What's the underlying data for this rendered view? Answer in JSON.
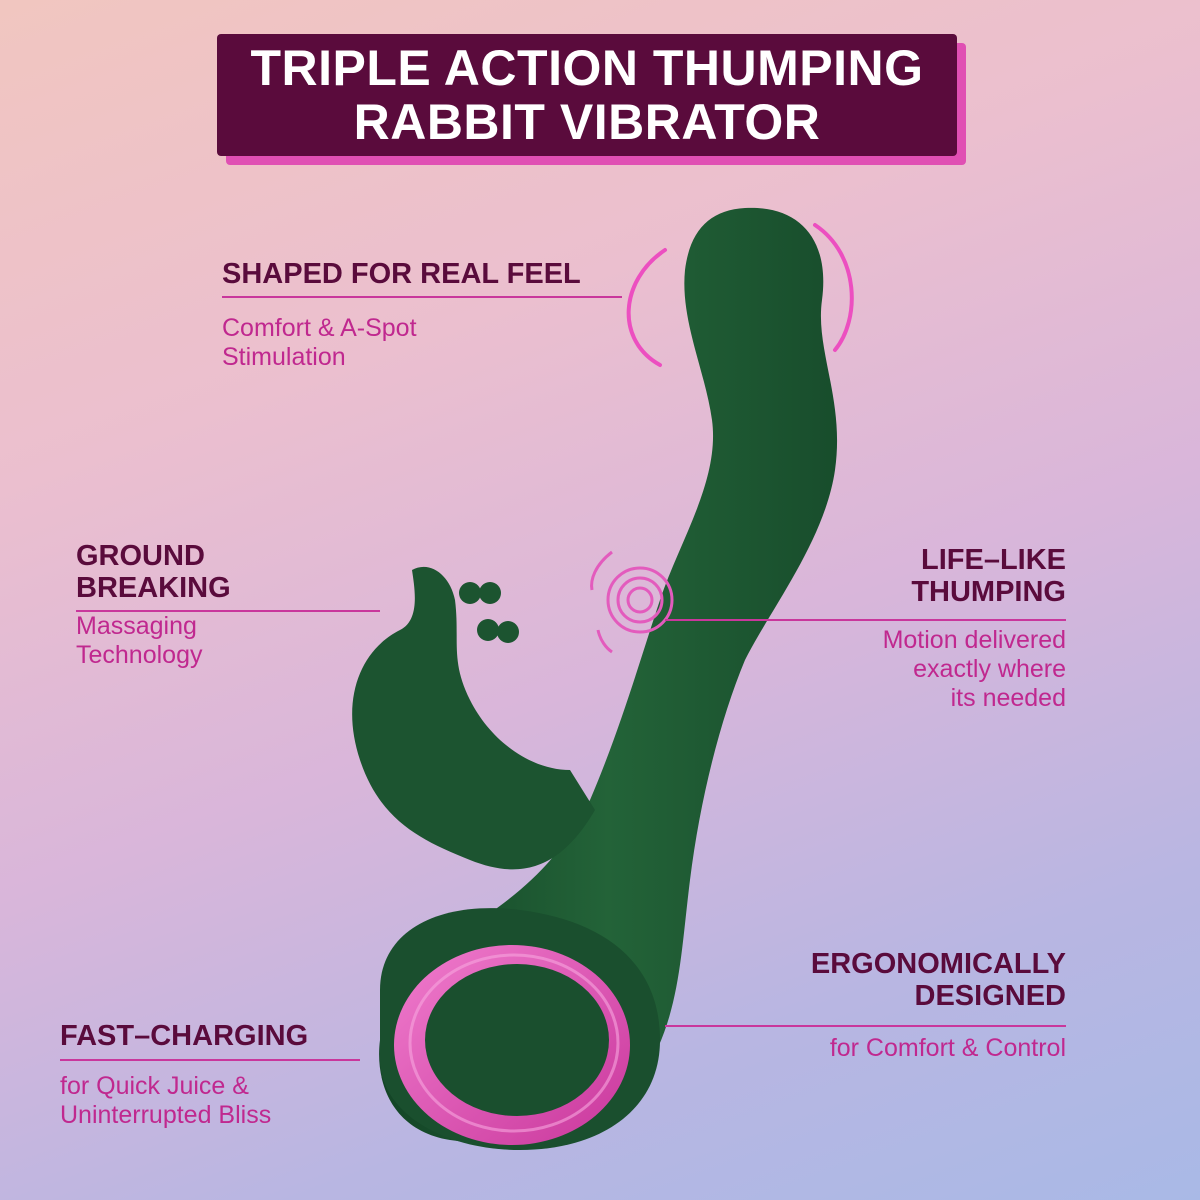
{
  "title": {
    "line1": "TRIPLE ACTION THUMPING",
    "line2": "RABBIT VIBRATOR"
  },
  "features": {
    "shaped": {
      "heading": "SHAPED FOR REAL FEEL",
      "sub1": "Comfort & A-Spot",
      "sub2": "Stimulation"
    },
    "ground": {
      "heading1": "GROUND",
      "heading2": "BREAKING",
      "sub1": "Massaging",
      "sub2": "Technology"
    },
    "thumping": {
      "heading1": "LIFE–LIKE",
      "heading2": "THUMPING",
      "sub1": "Motion delivered",
      "sub2": "exactly where",
      "sub3": "its needed"
    },
    "ergonomic": {
      "heading1": "ERGONOMICALLY",
      "heading2": "DESIGNED",
      "sub1": "for Comfort & Control"
    },
    "charging": {
      "heading": "FAST–CHARGING",
      "sub1": "for Quick Juice &",
      "sub2": "Uninterrupted Bliss"
    }
  },
  "colors": {
    "title_bg": "#5a0b3c",
    "title_shadow": "#e04fb3",
    "heading": "#5a0b3c",
    "subtext": "#c0288f",
    "product_body": "#1f5a34",
    "product_ring": "#e35bbd"
  }
}
